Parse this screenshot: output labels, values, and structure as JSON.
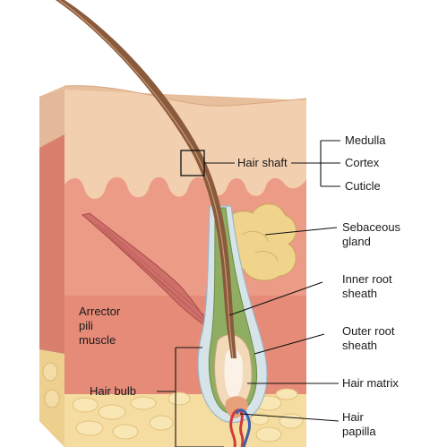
{
  "labels": {
    "medulla": "Medulla",
    "cortex": "Cortex",
    "cuticle": "Cuticle",
    "hair_shaft": "Hair shaft",
    "sebaceous_line1": "Sebaceous",
    "sebaceous_line2": "gland",
    "inner_root_line1": "Inner root",
    "inner_root_line2": "sheath",
    "outer_root_line1": "Outer root",
    "outer_root_line2": "sheath",
    "hair_matrix": "Hair matrix",
    "hair_papilla_line1": "Hair",
    "hair_papilla_line2": "papilla",
    "arrector_line1": "Arrector",
    "arrector_line2": "pili",
    "arrector_line3": "muscle",
    "hair_bulb": "Hair bulb"
  },
  "colors": {
    "epidermis": "#f2cfae",
    "dermis": "#ec9b86",
    "dermis_side": "#d8806d",
    "fat": "#f5dca0",
    "muscle": "#cf6f6a",
    "gland": "#f0d48c",
    "hair": "#8a5a3c",
    "outer_sheath": "#d6e4ea",
    "inner_sheath": "#8fae62",
    "papilla_red": "#d23a3a",
    "papilla_blue": "#3d5fb0"
  }
}
